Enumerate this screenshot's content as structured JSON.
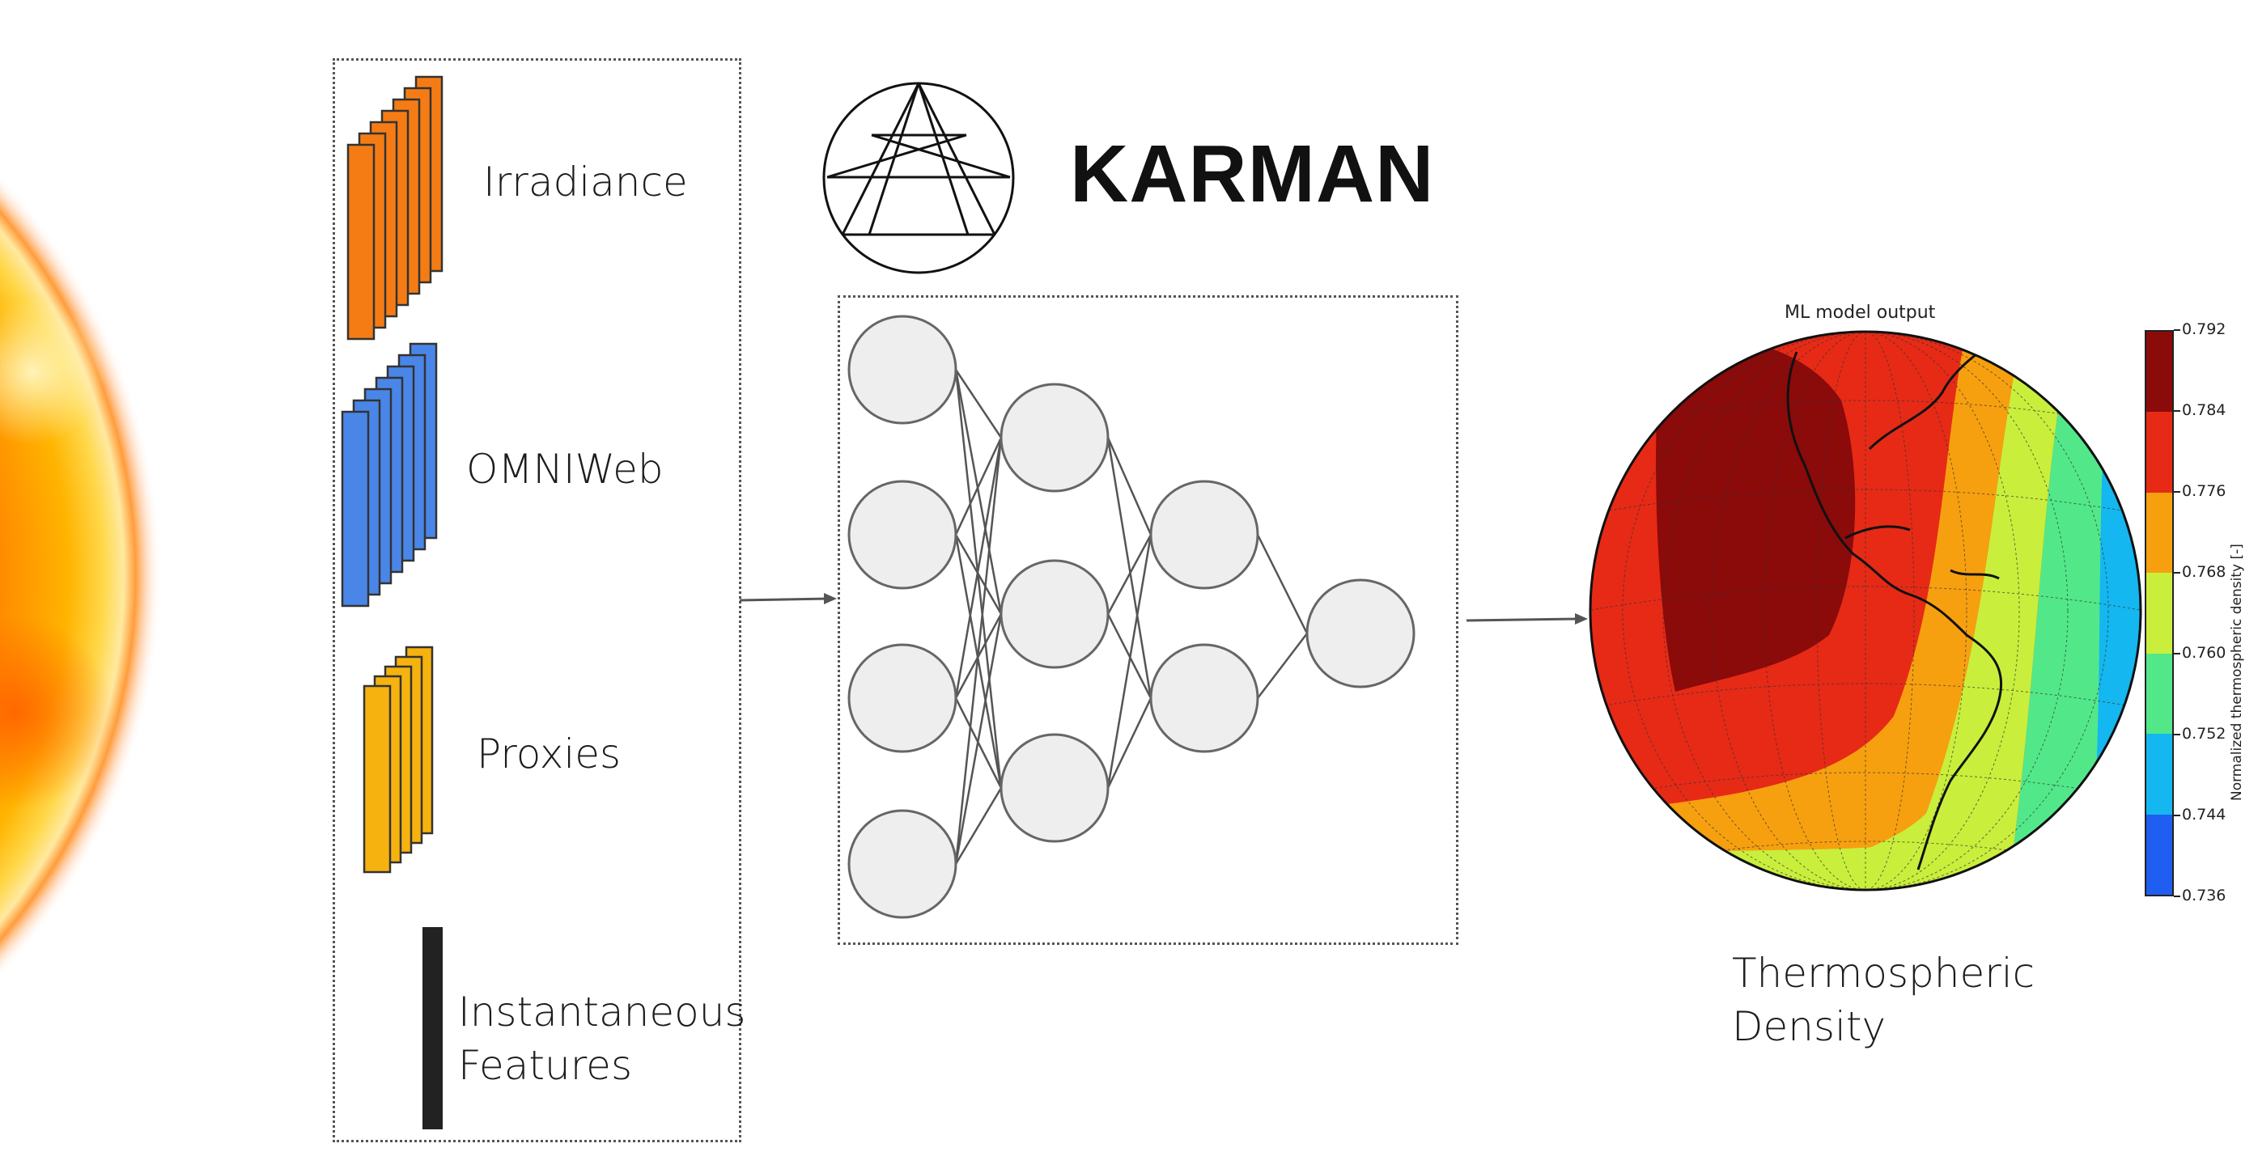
{
  "brand": {
    "name": "KARMAN"
  },
  "inputs": {
    "groups": [
      {
        "label": "Irradiance",
        "color": "#f57c14"
      },
      {
        "label": "OMNIWeb",
        "color": "#4a86e8"
      },
      {
        "label": "Proxies",
        "color": "#f6b20f"
      },
      {
        "label_line1": "Instantaneous",
        "label_line2": "Features",
        "color": "#222222"
      }
    ]
  },
  "network": {
    "layers": [
      4,
      3,
      2,
      1
    ],
    "node_fill": "#eeeeee",
    "node_stroke": "#666666"
  },
  "output": {
    "plot_title": "ML model output",
    "caption_line1": "Thermospheric",
    "caption_line2": "Density",
    "colorbar": {
      "label": "Normalized thermospheric density [-]",
      "ticks": [
        "0.792",
        "0.784",
        "0.776",
        "0.768",
        "0.760",
        "0.752",
        "0.744",
        "0.736"
      ],
      "colors": [
        "#8b0a0a",
        "#e62a16",
        "#f7a00f",
        "#c9ef3c",
        "#52e88a",
        "#14b7ef",
        "#1f5ef0"
      ]
    }
  }
}
